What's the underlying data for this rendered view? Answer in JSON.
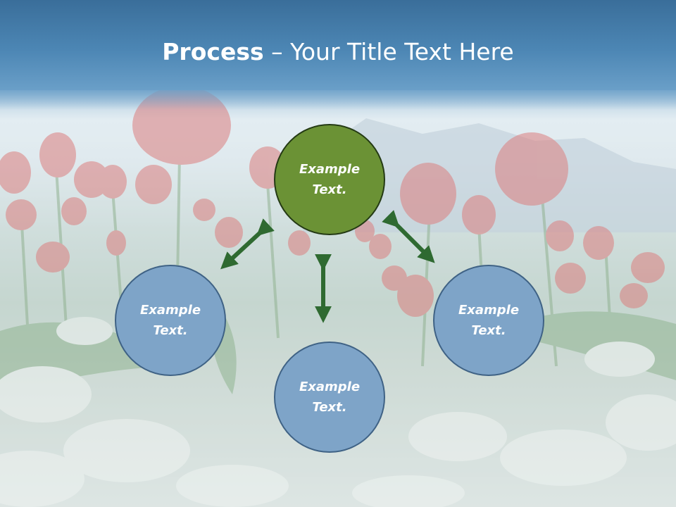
{
  "title": {
    "bold": "Process",
    "rest": " – Your Title Text Here"
  },
  "diagram": {
    "center": {
      "label": "Example Text."
    },
    "left": {
      "label": "Example Text."
    },
    "right": {
      "label": "Example Text."
    },
    "bottom": {
      "label": "Example Text."
    }
  },
  "colors": {
    "title_band": "#4c86b4",
    "center_fill": "#6b9235",
    "satellite_fill": "#7ea4c8",
    "arrow": "#2f6a31"
  }
}
